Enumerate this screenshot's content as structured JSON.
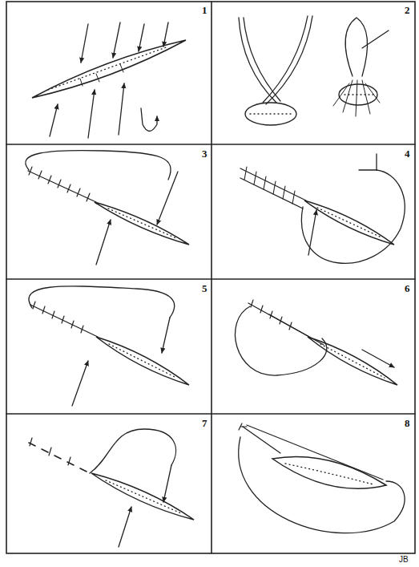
{
  "diagram": {
    "labels": [
      "1",
      "2",
      "3",
      "4",
      "5",
      "6",
      "7",
      "8",
      "JB"
    ]
  }
}
